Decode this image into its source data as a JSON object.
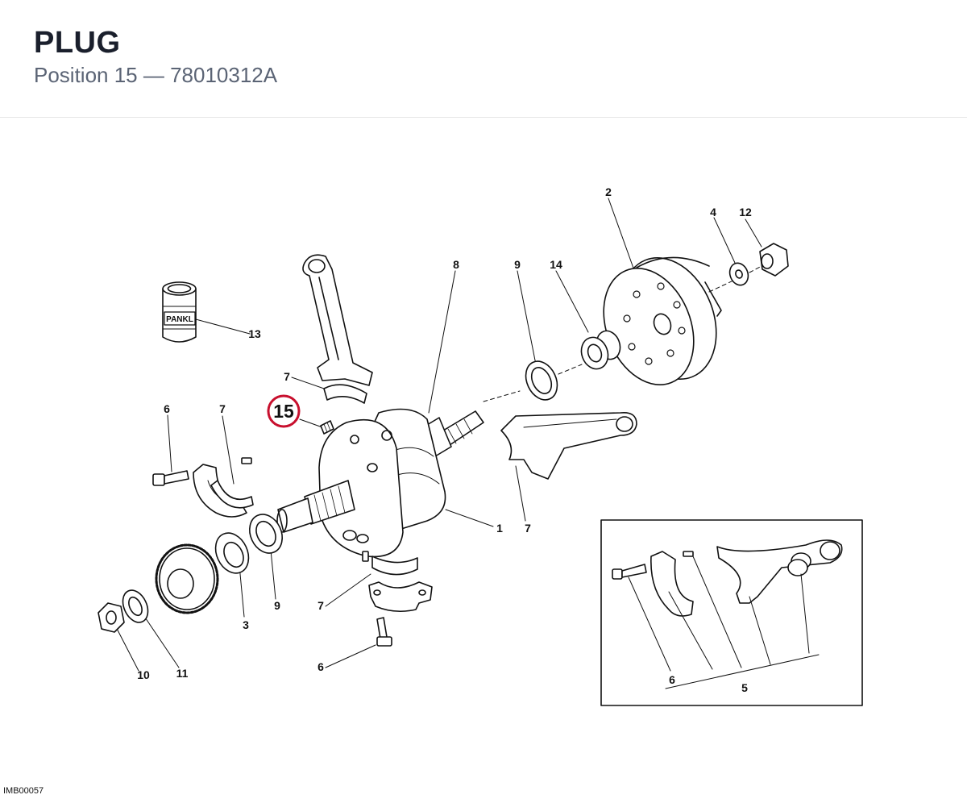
{
  "header": {
    "title": "PLUG",
    "subtitle": "Position 15 — 78010312A"
  },
  "diagram": {
    "highlight": {
      "label": "15",
      "color": "#c8102e"
    },
    "brand_label": "PANKL",
    "callouts": [
      "1",
      "2",
      "3",
      "4",
      "5",
      "6",
      "6",
      "6",
      "7",
      "7",
      "7",
      "7",
      "8",
      "9",
      "9",
      "10",
      "11",
      "12",
      "13",
      "14"
    ],
    "inset_callouts": [
      "6",
      "5"
    ]
  },
  "footer": {
    "code": "IMB00057"
  }
}
